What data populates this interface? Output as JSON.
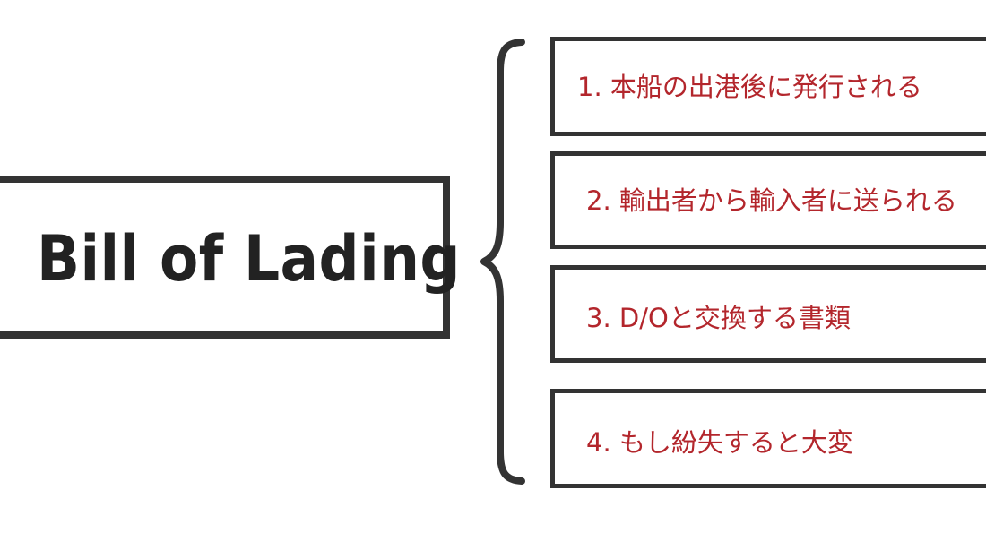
{
  "diagram": {
    "title": "Bill of Lading",
    "items": [
      {
        "label": "1. 本船の出港後に発行される"
      },
      {
        "label": "2. 輸出者から輸入者に送られる"
      },
      {
        "label": "3. D/Oと交換する書類"
      },
      {
        "label": "4. もし紛失すると大変"
      }
    ]
  },
  "colors": {
    "outline": "#333333",
    "title_text": "#222222",
    "item_text": "#b3262c",
    "background": "#ffffff"
  },
  "icons": {
    "brace": "left-curly-brace"
  }
}
